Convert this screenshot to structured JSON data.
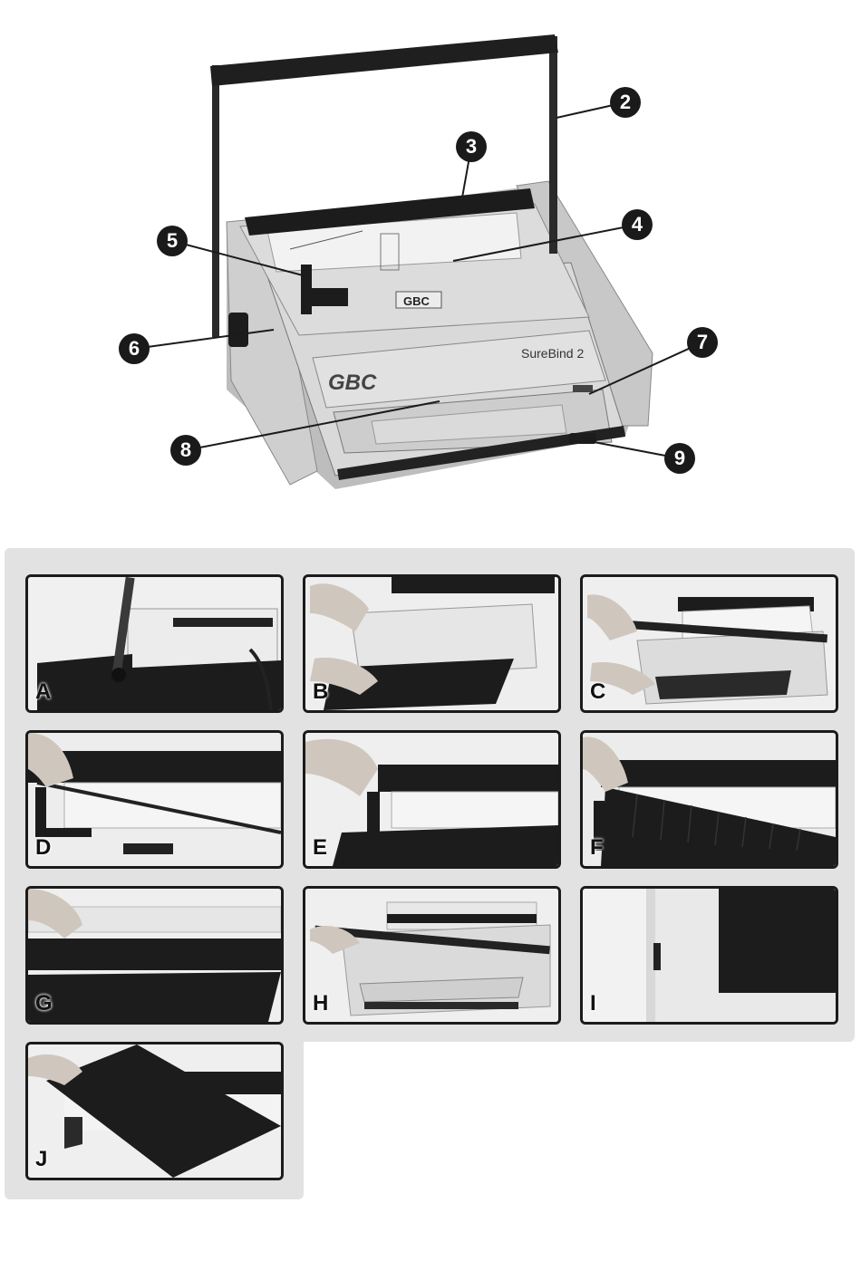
{
  "machine": {
    "brand_logo": "GBC",
    "model_name": "SureBind 2",
    "top_logo": "GBC"
  },
  "callouts": [
    "2",
    "3",
    "4",
    "5",
    "6",
    "7",
    "8",
    "9"
  ],
  "steps": [
    "A",
    "B",
    "C",
    "D",
    "E",
    "F",
    "G",
    "H",
    "I",
    "J"
  ],
  "colors": {
    "machine_body": "#d6d6d6",
    "machine_dark": "#1c1c1c",
    "panel_bg": "#e2e2e2",
    "frame": "#1b1b1b"
  }
}
